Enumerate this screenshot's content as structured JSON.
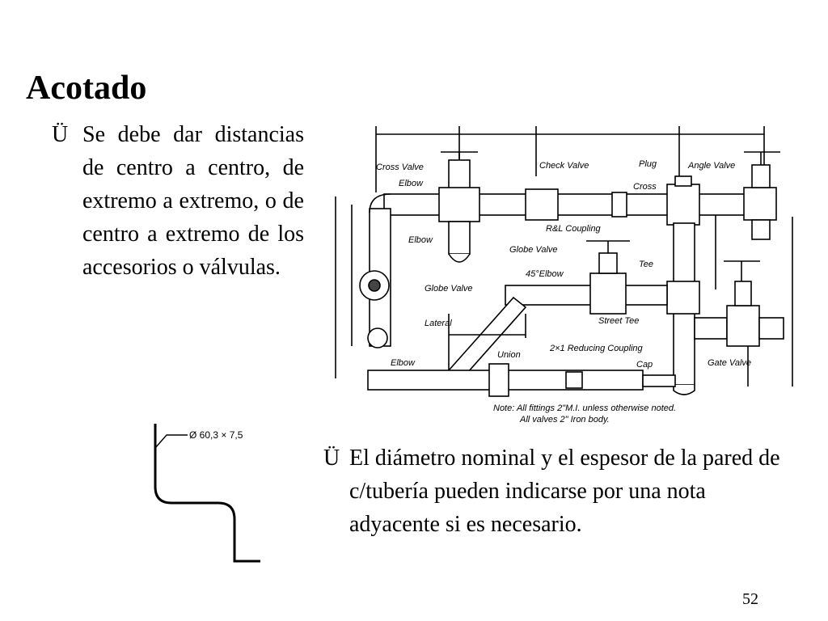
{
  "slide": {
    "title": "Acotado",
    "bullet_marker": "Ü",
    "bullet1": "Se debe dar distancias de centro a centro, de extremo a extremo, o de centro a extremo de los accesorios o válvulas.",
    "bullet2": "El diámetro nominal y el espesor de la pared de c/tubería pueden indicarse por una nota adyacente si es necesario.",
    "page_number": "52"
  },
  "piping_diagram": {
    "labels": {
      "cross_valve": "Cross Valve",
      "elbow_top": "Elbow",
      "check_valve": "Check Valve",
      "plug": "Plug",
      "angle_valve": "Angle Valve",
      "cross": "Cross",
      "rl_coupling": "R&L Coupling",
      "elbow_mid": "Elbow",
      "globe_valve_top": "Globe Valve",
      "elbow_45": "45°Elbow",
      "tee": "Tee",
      "globe_valve_left": "Globe Valve",
      "lateral": "Lateral",
      "street_tee": "Street Tee",
      "union": "Union",
      "reducing_coupling": "2×1 Reducing Coupling",
      "cap": "Cap",
      "gate_valve": "Gate Valve",
      "elbow_bottom": "Elbow",
      "note_line1": "Note: All fittings 2\"M.I. unless  otherwise noted.",
      "note_line2": "All valves 2\" Iron body."
    }
  },
  "pipe_section": {
    "dimension_label": "Ø 60,3 × 7,5"
  }
}
